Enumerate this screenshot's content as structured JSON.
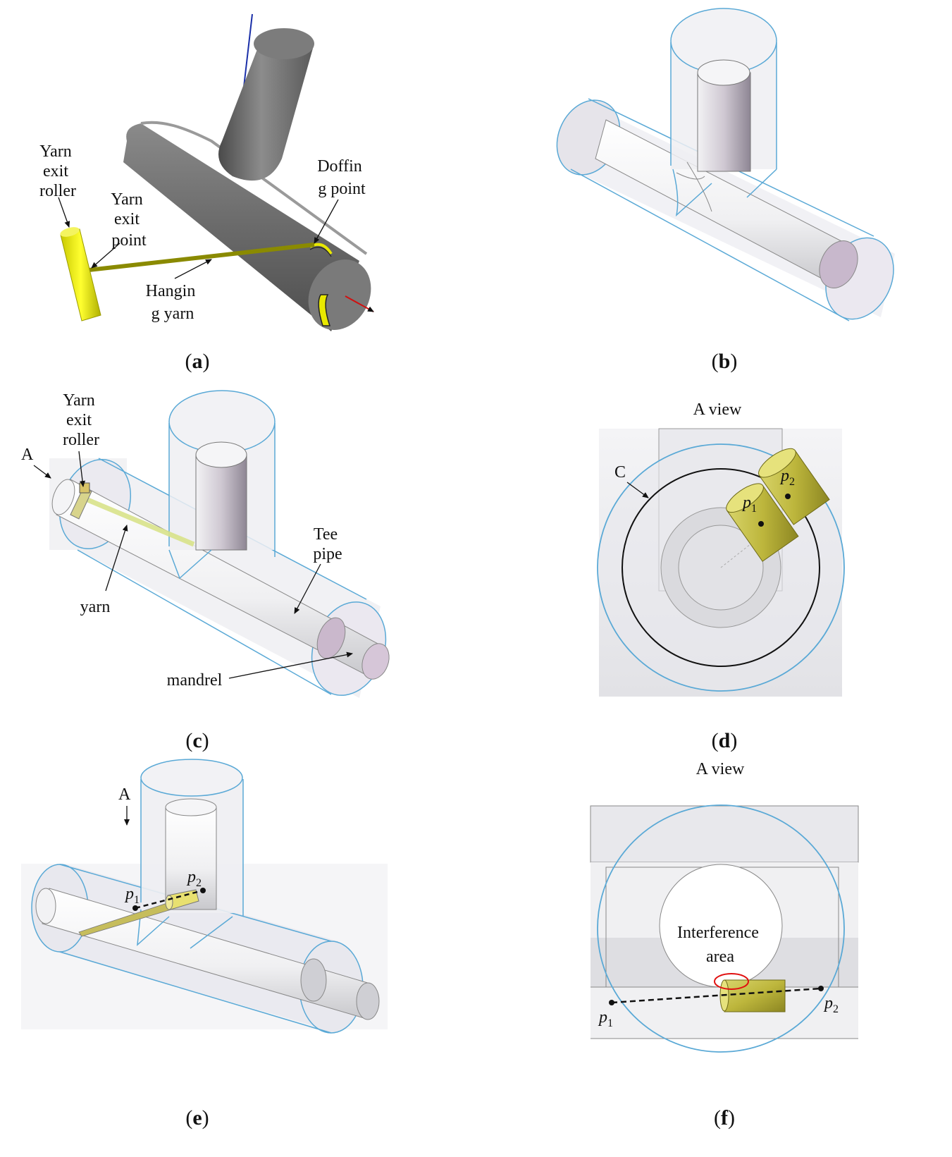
{
  "panels": {
    "a": {
      "caption_open": "(",
      "caption_letter": "a",
      "caption_close": ")",
      "roller_label": [
        "Yarn",
        "exit",
        "roller"
      ],
      "exit_point_label": [
        "Yarn",
        "exit",
        "point"
      ],
      "doffing_label": [
        "Doffin",
        "g point"
      ],
      "hanging_label": [
        "Hangin",
        "g yarn"
      ]
    },
    "b": {
      "caption_open": "(",
      "caption_letter": "b",
      "caption_close": ")"
    },
    "c": {
      "caption_open": "(",
      "caption_letter": "c",
      "caption_close": ")",
      "a_marker": "A",
      "roller_label": [
        "Yarn",
        "exit",
        "roller"
      ],
      "tee_label": [
        "Tee",
        "pipe"
      ],
      "yarn_label": "yarn",
      "mandrel_label": "mandrel"
    },
    "d": {
      "caption_open": "(",
      "caption_letter": "d",
      "caption_close": ")",
      "title": "A view",
      "circle_label": "C",
      "p_letter": "p",
      "p1_sub": "1",
      "p2_sub": "2"
    },
    "e": {
      "caption_open": "(",
      "caption_letter": "e",
      "caption_close": ")",
      "a_marker": "A",
      "p_letter": "p",
      "p1_sub": "1",
      "p2_sub": "2"
    },
    "f": {
      "caption_open": "(",
      "caption_letter": "f",
      "caption_close": ")",
      "title": "A view",
      "interference_label": [
        "Interference",
        "area"
      ],
      "p_letter": "p",
      "p1_sub": "1",
      "p2_sub": "2"
    }
  },
  "colors": {
    "mandrel_gray": "#6e6e6e",
    "yarn_yellow": "#e8e800",
    "glass_edge": "#5aa9d6",
    "interference": "#e01010"
  }
}
